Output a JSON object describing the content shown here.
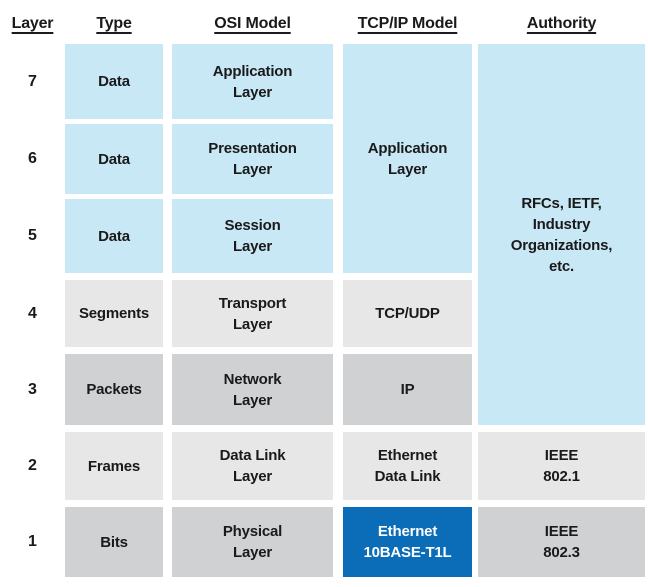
{
  "header": {
    "layer": "Layer",
    "type": "Type",
    "osi": "OSI Model",
    "tcpip": "TCP/IP Model",
    "authority": "Authority"
  },
  "rows": [
    {
      "layer": "7",
      "type": "Data",
      "osi": "Application\nLayer"
    },
    {
      "layer": "6",
      "type": "Data",
      "osi": "Presentation\nLayer"
    },
    {
      "layer": "5",
      "type": "Data",
      "osi": "Session\nLayer"
    },
    {
      "layer": "4",
      "type": "Segments",
      "osi": "Transport\nLayer",
      "tcpip": "TCP/UDP"
    },
    {
      "layer": "3",
      "type": "Packets",
      "osi": "Network\nLayer",
      "tcpip": "IP"
    },
    {
      "layer": "2",
      "type": "Frames",
      "osi": "Data Link\nLayer",
      "tcpip": "Ethernet\nData Link",
      "authority": "IEEE\n802.1"
    },
    {
      "layer": "1",
      "type": "Bits",
      "osi": "Physical\nLayer",
      "tcpip": "Ethernet\n10BASE-T1L",
      "authority": "IEEE\n802.3"
    }
  ],
  "merged": {
    "tcpip_application": "Application\nLayer",
    "authority_rfcs": "RFCs, IETF,\nIndustry\nOrganizations,\netc."
  },
  "colors": {
    "upper_layers_blue": "#c8e8f6",
    "light_gray": "#e7e7e8",
    "medium_gray": "#d0d1d2",
    "highlight_blue": "#0b6cb8",
    "highlight_text": "#ffffff",
    "text": "#1a1a1a"
  }
}
